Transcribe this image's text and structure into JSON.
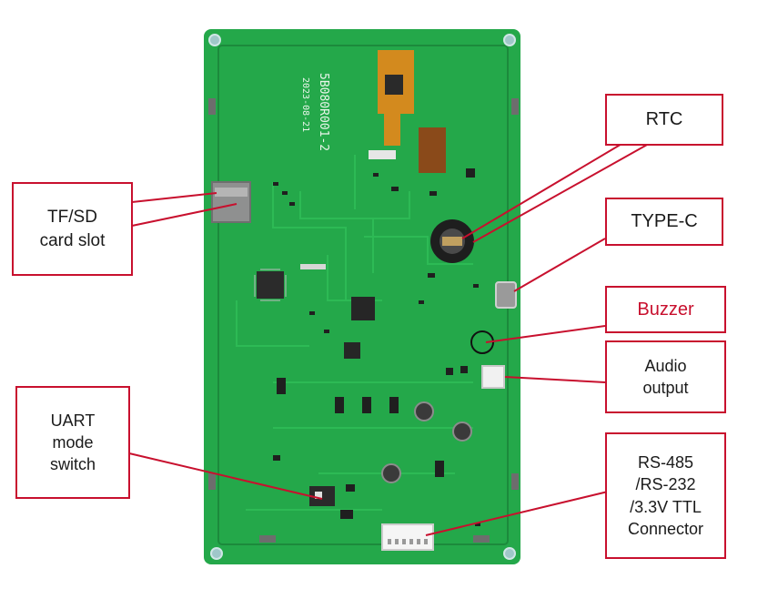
{
  "board": {
    "silkscreen_model": "5B080R001-2",
    "silkscreen_date": "2023-08-21",
    "colors": {
      "pcb": "#24a84a",
      "pcb_dark": "#1c8a3c",
      "trace": "#2fbd57",
      "callout_border": "#c8102e",
      "callout_text": "#1a1a1a",
      "callout_accent_text": "#c8102e",
      "leader_line": "#c8102e"
    }
  },
  "callouts": {
    "tf_sd": "TF/SD\ncard slot",
    "rtc": "RTC",
    "type_c": "TYPE-C",
    "buzzer": "Buzzer",
    "audio": "Audio\noutput",
    "uart": "UART\nmode\nswitch",
    "connector": "RS-485\n/RS-232\n/3.3V TTL\nConnector"
  }
}
